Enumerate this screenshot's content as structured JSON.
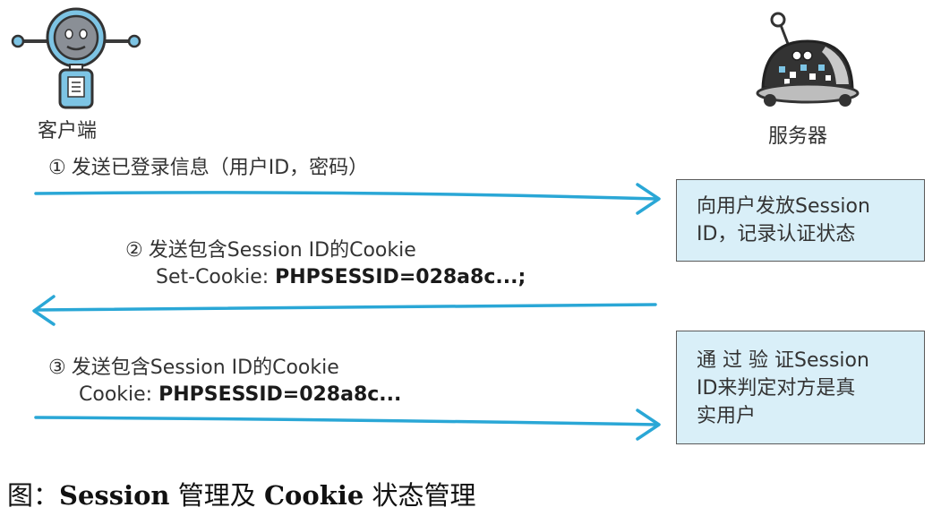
{
  "client": {
    "label": "客户端"
  },
  "server": {
    "label": "服务器"
  },
  "steps": [
    {
      "num": "①",
      "text": "发送已登录信息（用户ID，密码）"
    },
    {
      "num": "②",
      "text": "发送包含Session ID的Cookie",
      "cookie_prefix": "Set-Cookie: ",
      "cookie_value": "PHPSESSID=028a8c...;"
    },
    {
      "num": "③",
      "text": "发送包含Session ID的Cookie",
      "cookie_prefix": "Cookie: ",
      "cookie_value": "PHPSESSID=028a8c..."
    }
  ],
  "notes": [
    {
      "line1": "向用户发放Session",
      "line2": "ID，记录认证状态"
    },
    {
      "line1": "通 过 验 证Session",
      "line2": "ID来判定对方是真",
      "line3": "实用户"
    }
  ],
  "caption": {
    "prefix": "图：",
    "b1": "Session",
    "mid": " 管理及 ",
    "b2": "Cookie",
    "suffix": " 状态管理"
  },
  "colors": {
    "arrow": "#2aa7d6",
    "box_fill": "#d9eff8",
    "robot_blue": "#7dc4e4",
    "robot_dark": "#333333"
  }
}
